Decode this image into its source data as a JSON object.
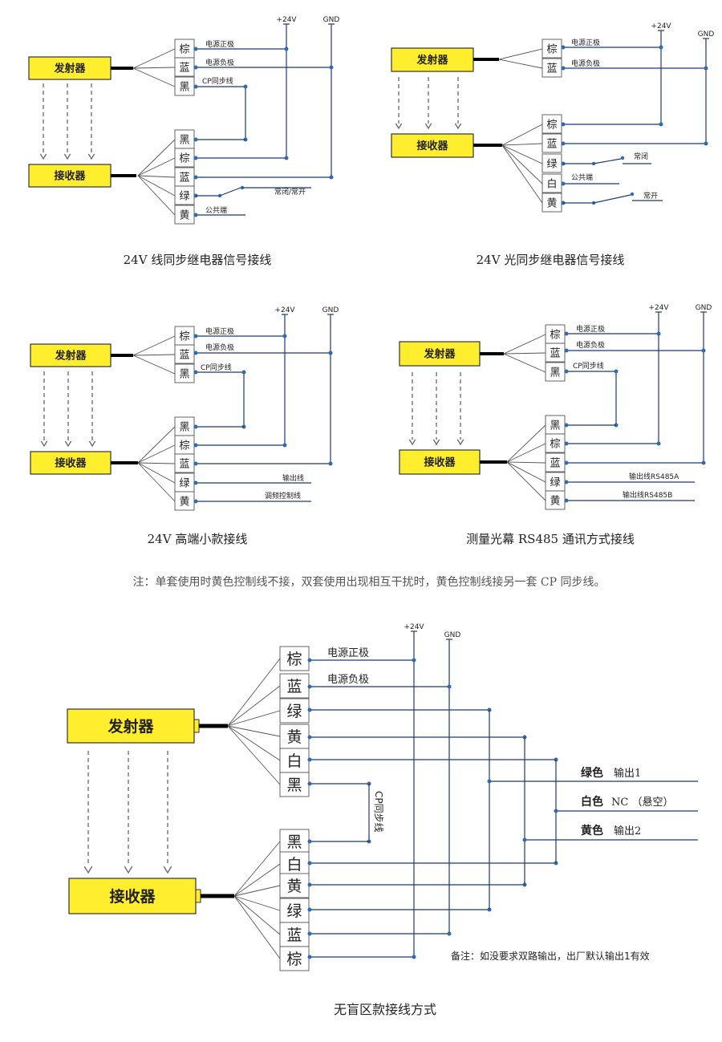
{
  "colors": {
    "box_fill": "#ffee2e",
    "box_stroke": "#333333",
    "wire": "#1f3b6d",
    "dot": "#2f6bb3",
    "text": "#222222"
  },
  "labels": {
    "emitter": "发射器",
    "receiver": "接收器",
    "v24": "+24V",
    "gnd": "GND",
    "power_pos": "电源正极",
    "power_neg": "电源负极",
    "cp_sync": "CP同步线",
    "nc_no": "常闭/常开",
    "common": "公共端",
    "nc": "常闭",
    "no": "常开",
    "output_line": "输出线",
    "freq_ctrl": "调频控制线",
    "rs485a": "输出线RS485A",
    "rs485b": "输出线RS485B",
    "wire_brown": "棕",
    "wire_blue": "蓝",
    "wire_black": "黑",
    "wire_green": "绿",
    "wire_yellow": "黄",
    "wire_white": "白",
    "out_green_a": "绿色",
    "out_green_b": "输出1",
    "out_white_a": "白色",
    "out_white_b": "NC （悬空）",
    "out_yellow_a": "黄色",
    "out_yellow_b": "输出2",
    "remark": "备注：如没要求双路输出，出厂默认输出1有效"
  },
  "captions": {
    "d1": "24V 线同步继电器信号接线",
    "d2": "24V 光同步继电器信号接线",
    "d3": "24V 高端小款接线",
    "d4": "测量光幕 RS485 通讯方式接线",
    "d5": "无盲区款接线方式"
  },
  "note": "注：单套使用时黄色控制线不接，双套使用出现相互干扰时，黄色控制线接另一套 CP 同步线。"
}
